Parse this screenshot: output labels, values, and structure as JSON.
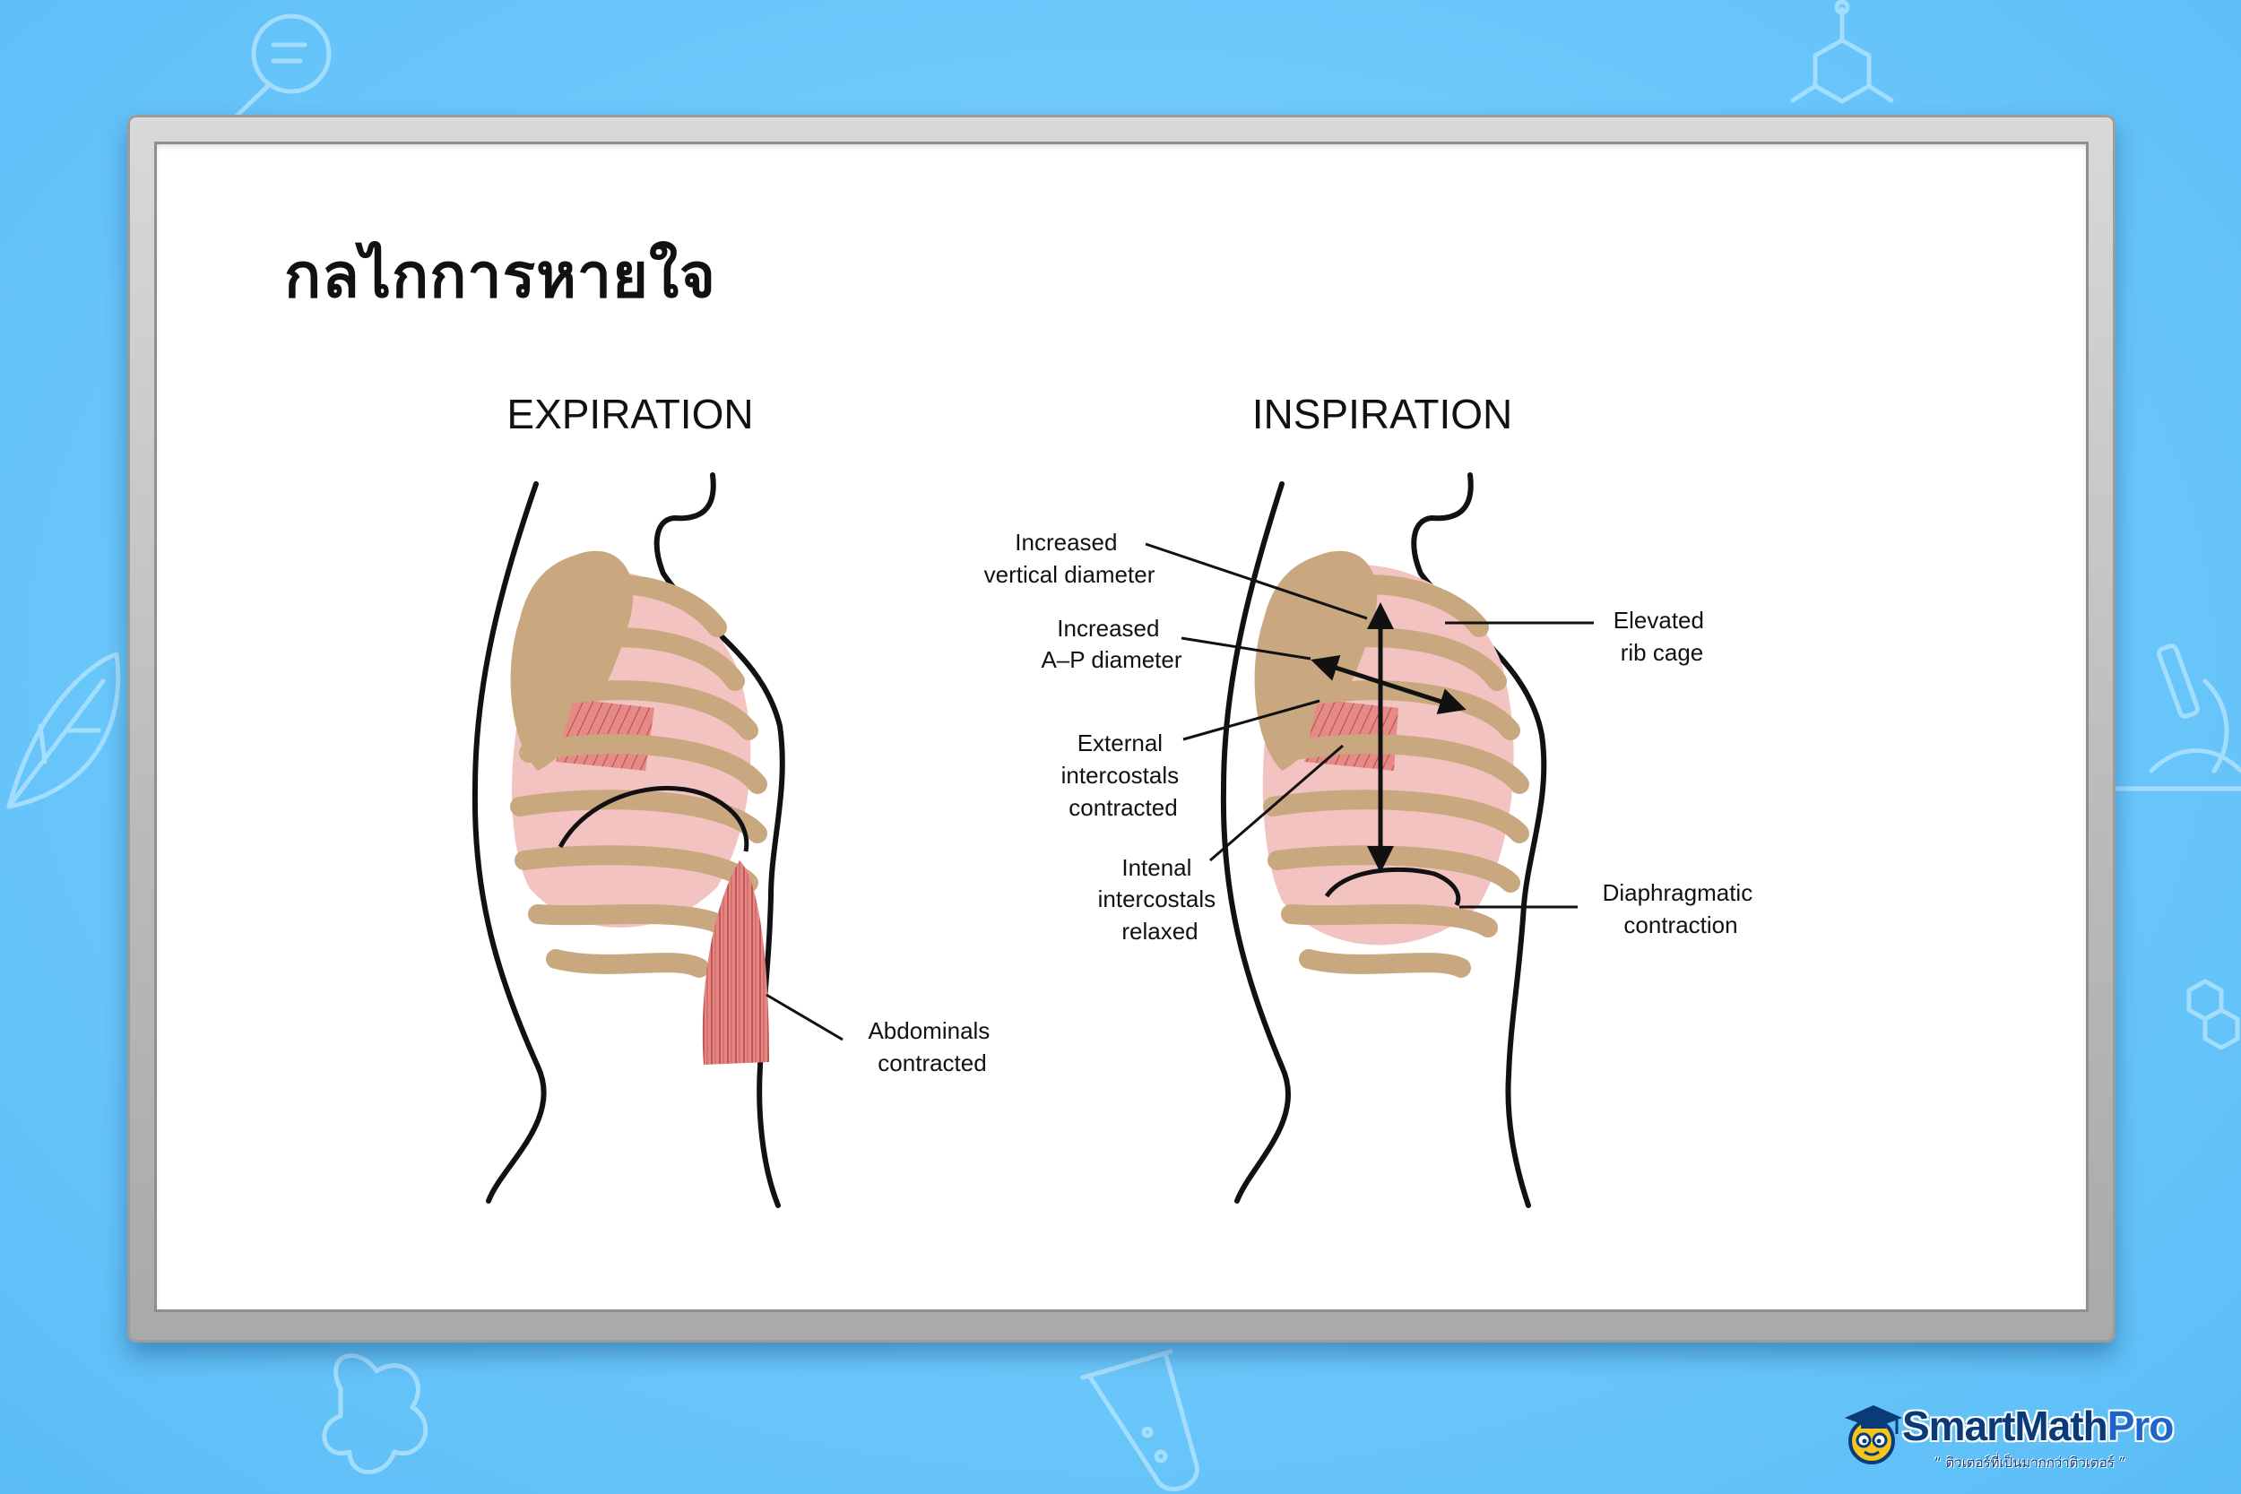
{
  "page_title": "กลไกการหายใจ",
  "diagrams": {
    "expiration": {
      "heading": "EXPIRATION",
      "labels": {
        "abdominals": [
          "Abdominals",
          "contracted"
        ]
      }
    },
    "inspiration": {
      "heading": "INSPIRATION",
      "labels": {
        "vertical": [
          "Increased",
          "vertical diameter"
        ],
        "ap": [
          "Increased",
          "A–P diameter"
        ],
        "external": [
          "External",
          "intercostals",
          "contracted"
        ],
        "internal": [
          "Intenal",
          "intercostals",
          "relaxed"
        ],
        "elevated": [
          "Elevated",
          "rib cage"
        ],
        "diaphragm": [
          "Diaphragmatic",
          "contraction"
        ]
      }
    }
  },
  "logo": {
    "name_part1": "SmartMath",
    "name_part2": "Pro",
    "tagline": "“ ติวเตอร์ที่เป็นมากกว่าติวเตอร์ ”"
  },
  "colors": {
    "background": "#6cc8fb",
    "board": "#ffffff",
    "bone": "#c9a77f",
    "lung": "#f3c2c0",
    "muscle": "#e07a77",
    "logo_dark": "#0a3a78",
    "logo_accent": "#1f64c9"
  },
  "icons": [
    "magnifier-icon",
    "molecule-icon",
    "leaf-icon",
    "microscope-icon",
    "hexagon-molecule-icon",
    "bacteria-icon",
    "test-tube-icon",
    "mascot-graduation-cap-icon"
  ]
}
